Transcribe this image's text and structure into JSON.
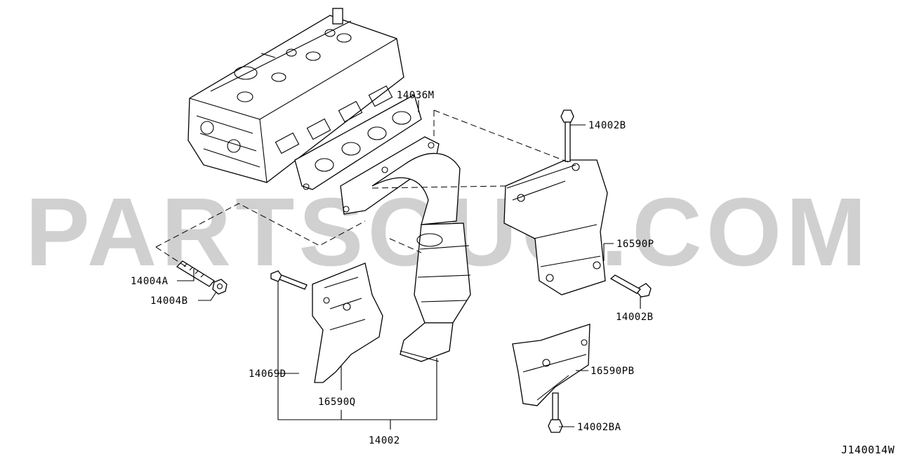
{
  "watermark": "PARTSOUQ.COM",
  "diagram_code": "J140014W",
  "parts": {
    "p14036M": "14036M",
    "p14002B_top": "14002B",
    "p16590P": "16590P",
    "p14002B_right": "14002B",
    "p16590PB": "16590PB",
    "p14002BA": "14002BA",
    "p14004A": "14004A",
    "p14004B": "14004B",
    "p14069D": "14069D",
    "p16590Q": "16590Q",
    "p14002": "14002"
  }
}
